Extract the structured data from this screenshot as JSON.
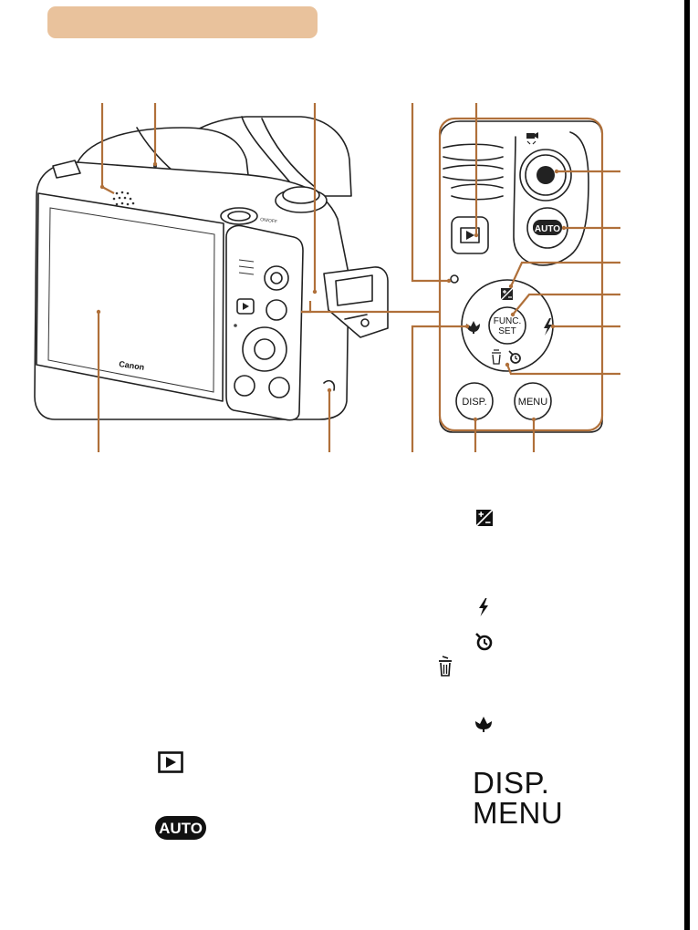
{
  "page": {
    "header_bar_color": "#e9c29c",
    "callout_color": "#b0703a"
  },
  "camera": {
    "brand": "Canon",
    "control_labels": {
      "func_set_top": "FUNC.",
      "func_set_bottom": "SET",
      "disp": "DISP.",
      "menu": "MENU",
      "auto": "AUTO"
    }
  },
  "legend": {
    "icons": [
      "exposure-compensation-icon",
      "flash-icon",
      "self-timer-icon",
      "trash-icon",
      "macro-icon",
      "playback-icon",
      "auto-mode-icon"
    ],
    "disp_label": "DISP.",
    "menu_label": "MENU"
  }
}
